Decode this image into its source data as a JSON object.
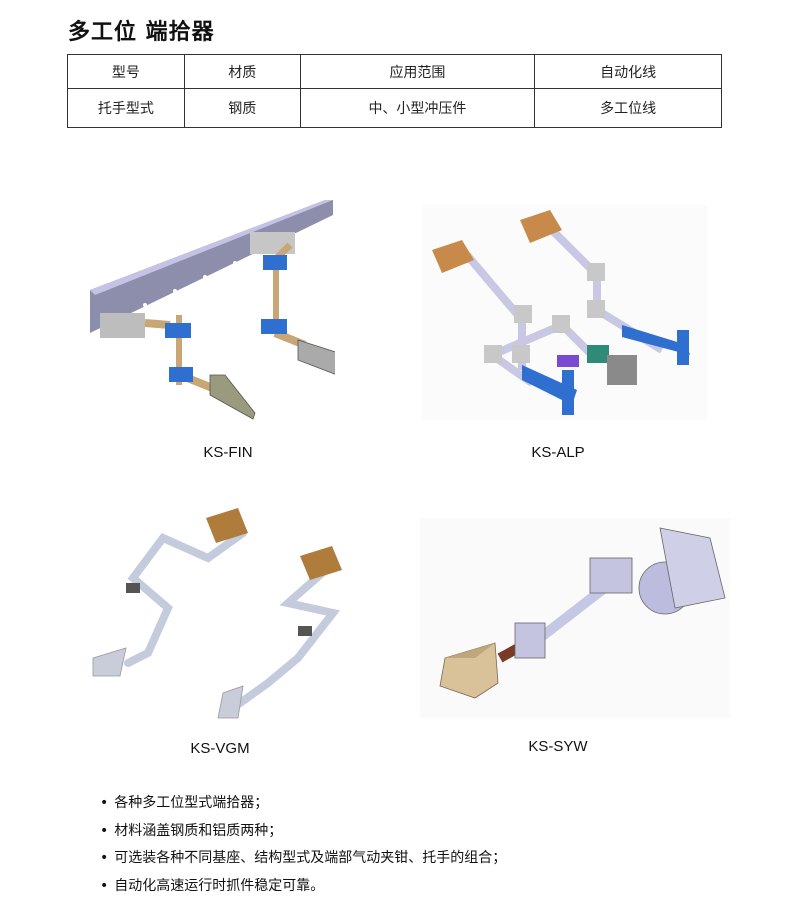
{
  "page": {
    "title": "多工位 端拾器"
  },
  "spec_table": {
    "headers": [
      "型号",
      "材质",
      "应用范围",
      "自动化线"
    ],
    "rows": [
      [
        "托手型式",
        "钢质",
        "中、小型冲压件",
        "多工位线"
      ]
    ]
  },
  "figures": [
    {
      "caption": "KS-FIN"
    },
    {
      "caption": "KS-ALP"
    },
    {
      "caption": "KS-VGM"
    },
    {
      "caption": "KS-SYW"
    }
  ],
  "notes": [
    "各种多工位型式端拾器；",
    "材料涵盖钢质和铝质两种；",
    "可选装各种不同基座、结构型式及端部气动夹钳、托手的组合；",
    "自动化高速运行时抓件稳定可靠。"
  ],
  "colors": {
    "blue_clamp": "#2f6fd0",
    "rail": "#a9a8d8",
    "rod_tan": "#c9a675",
    "base_orange": "#c88a4a",
    "tube_grey": "#c8cfe0"
  }
}
